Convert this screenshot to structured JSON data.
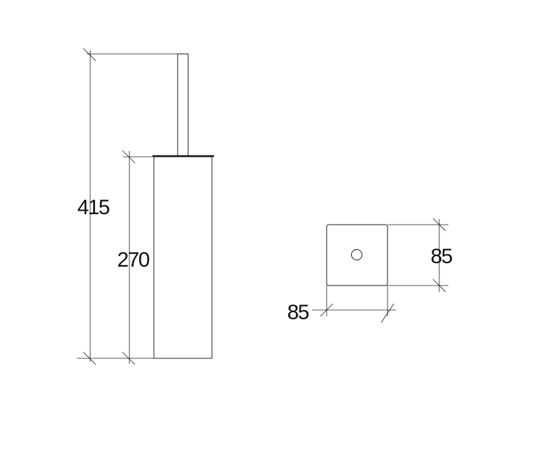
{
  "dimensions": {
    "total_height": "415",
    "container_height": "270",
    "width": "85",
    "depth": "85"
  }
}
